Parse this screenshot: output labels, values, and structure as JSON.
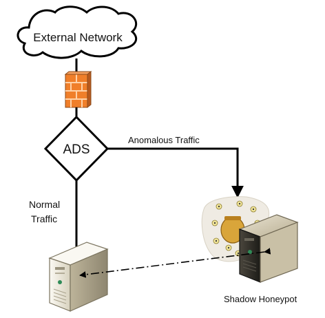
{
  "diagram": {
    "nodes": {
      "external_network": {
        "label": "External Network",
        "icon": "cloud-icon"
      },
      "firewall": {
        "icon": "firewall-brick-icon",
        "color": "#F07F2A"
      },
      "ads": {
        "label": "ADS",
        "shape": "diamond"
      },
      "production_server": {
        "icon": "server-tower-icon"
      },
      "shadow_honeypot": {
        "label": "Shadow Honeypot",
        "icon": "server-tower-icon",
        "decoration": "honeypot-bees-icon"
      }
    },
    "edges": {
      "anomalous": {
        "label": "Anomalous Traffic"
      },
      "normal": {
        "label_line1": "Normal",
        "label_line2": "Traffic"
      },
      "sync": {
        "style": "dash-dot"
      }
    },
    "colors": {
      "line": "#000000",
      "firewall": "#F07F2A",
      "server_light": "#F1EEE4",
      "server_dark": "#2B2A25",
      "honey": "#D9A53A"
    }
  }
}
